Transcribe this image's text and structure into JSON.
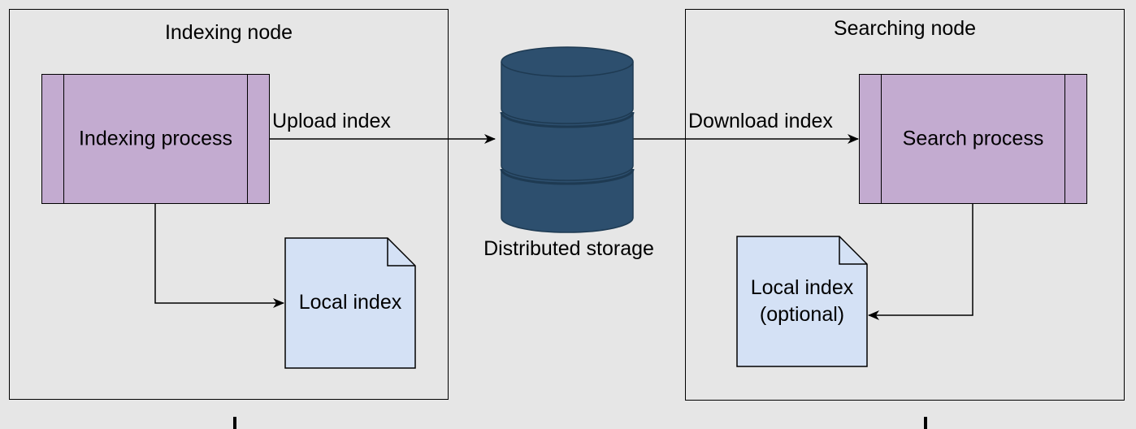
{
  "indexing_node": {
    "title": "Indexing node",
    "process_label": "Indexing process",
    "local_index_label": "Local index"
  },
  "searching_node": {
    "title": "Searching node",
    "process_label": "Search process",
    "local_index_line1": "Local index",
    "local_index_line2": "(optional)"
  },
  "storage": {
    "label": "Distributed storage",
    "icon": "database-icon"
  },
  "edges": {
    "upload_label": "Upload index",
    "download_label": "Download index"
  },
  "colors": {
    "background": "#e6e6e6",
    "process_fill": "#c3abd0",
    "document_fill": "#d4e1f5",
    "database_fill": "#2d4f6e",
    "database_stroke": "#1e3a52"
  }
}
